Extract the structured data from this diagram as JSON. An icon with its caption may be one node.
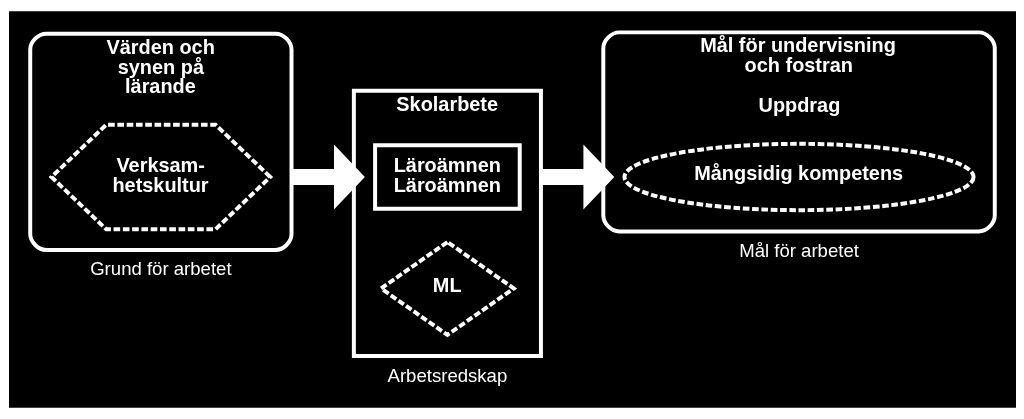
{
  "diagram": {
    "nodes": [
      {
        "text": [
          "Värden och synen på lärande"
        ],
        "beside": [
          "Grund för arbetet"
        ]
      },
      {
        "text": [
          "Verksam- hetskultur"
        ],
        "in": 0
      },
      {
        "text": [
          "Skolarbete"
        ],
        "beside": [
          "Arbetsredskap"
        ]
      },
      {
        "text": [
          "Läroämnen",
          "Läroämnen"
        ],
        "in": 2
      },
      {
        "text": [
          "ML"
        ],
        "in": 2
      },
      {
        "text": [
          "Mål för undervisning och fostran",
          "Uppdrag"
        ],
        "beside": [
          "Mål för arbetet"
        ]
      },
      {
        "text": [
          "Mångsidig kompetens"
        ],
        "in": 5
      }
    ],
    "edges": [
      {
        "from": 0,
        "to": 2,
        "arrow": "to"
      },
      {
        "from": 2,
        "to": 5,
        "arrow": "to"
      }
    ]
  }
}
